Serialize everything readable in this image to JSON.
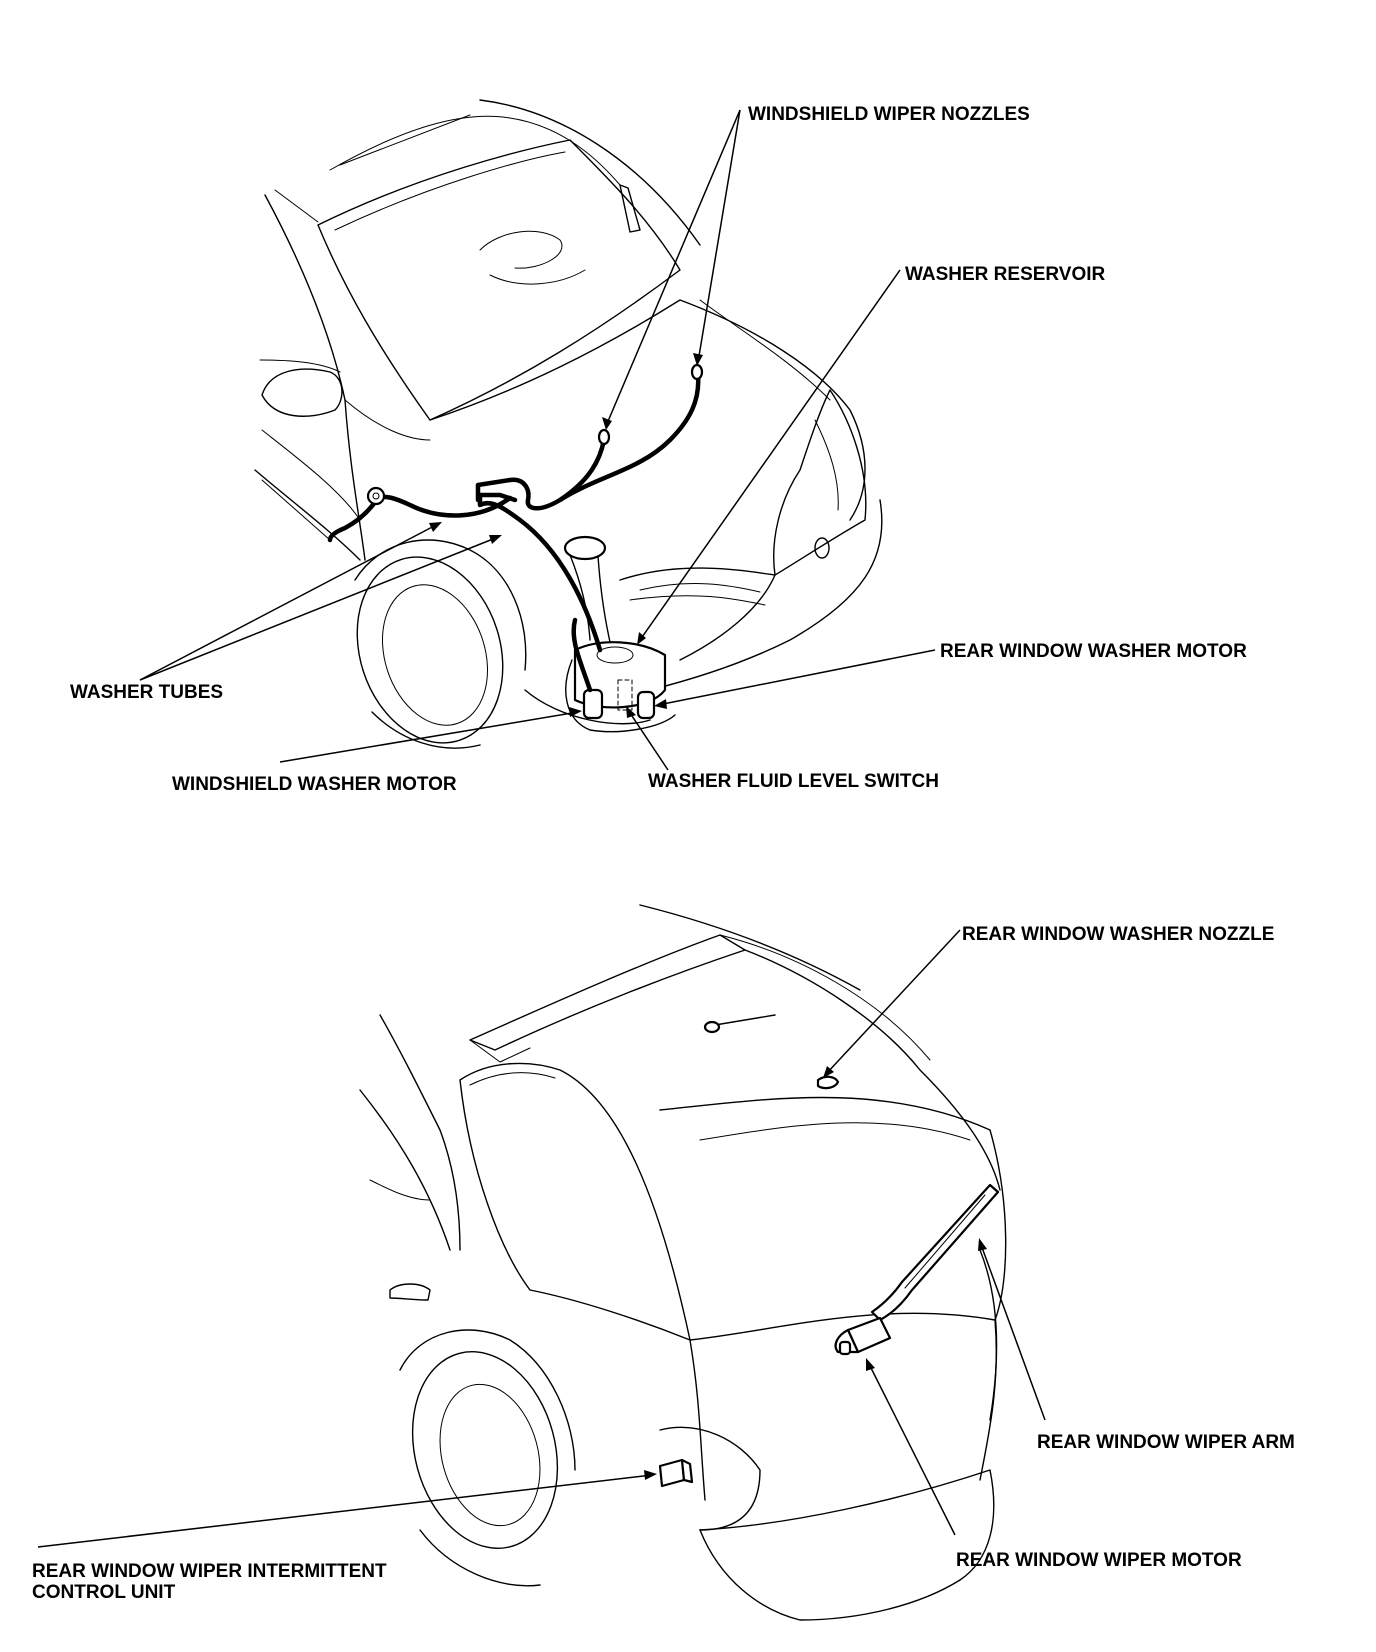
{
  "labels": {
    "windshield_wiper_nozzles": "WINDSHIELD WIPER NOZZLES",
    "washer_reservoir": "WASHER RESERVOIR",
    "rear_window_washer_motor": "REAR WINDOW WASHER MOTOR",
    "washer_tubes": "WASHER TUBES",
    "windshield_washer_motor": "WINDSHIELD WASHER MOTOR",
    "washer_fluid_level_switch": "WASHER FLUID LEVEL SWITCH",
    "rear_window_washer_nozzle": "REAR WINDOW WASHER NOZZLE",
    "rear_window_wiper_arm": "REAR WINDOW WIPER ARM",
    "rear_window_wiper_motor": "REAR WINDOW WIPER MOTOR",
    "rear_window_wiper_intermittent_control_unit_line1": "REAR WINDOW WIPER INTERMITTENT",
    "rear_window_wiper_intermittent_control_unit_line2": "CONTROL UNIT"
  },
  "colors": {
    "ink": "#000000",
    "paper": "#ffffff"
  }
}
